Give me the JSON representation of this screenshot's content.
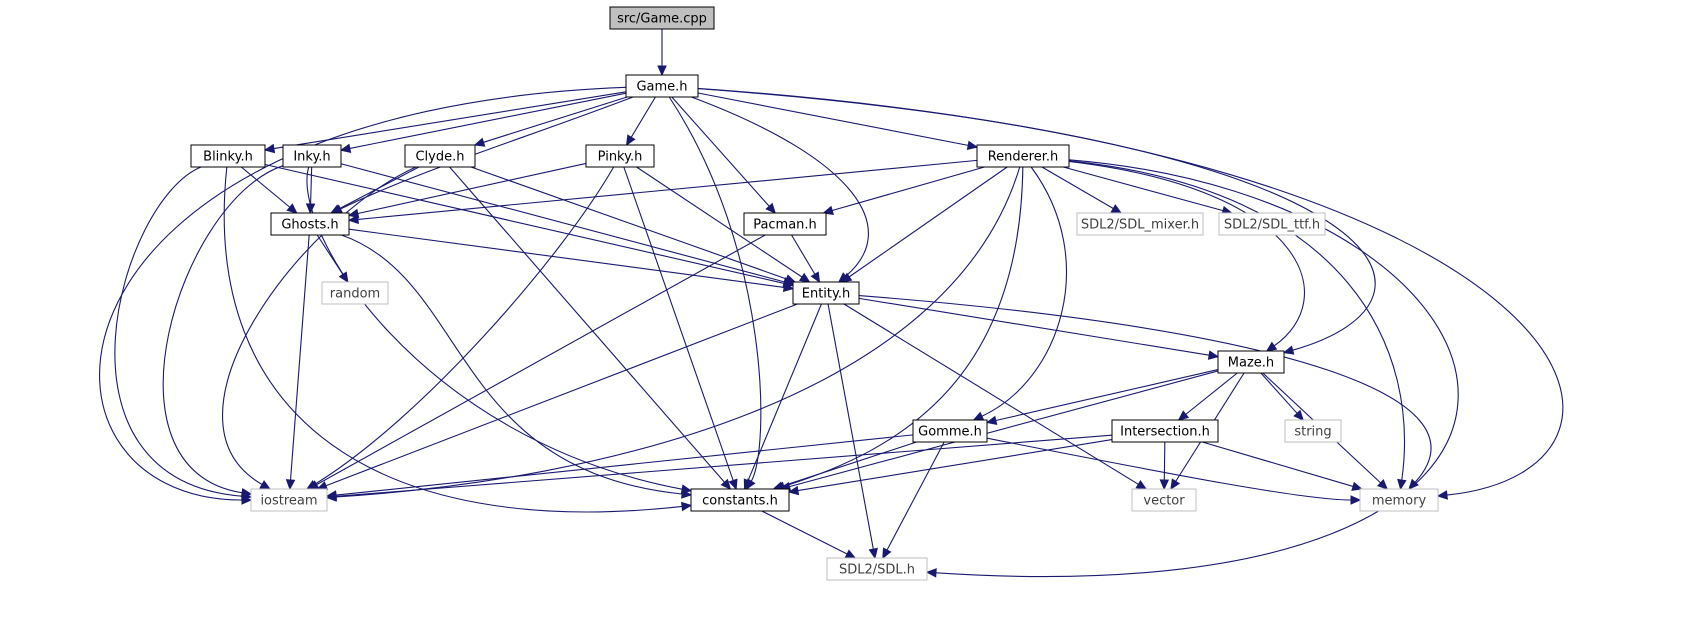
{
  "colors": {
    "edge": "#191970",
    "root_fill": "#bfbfbf",
    "root_border": "#000000",
    "node_fill": "#ffffff",
    "node_border": "#000000",
    "external_border": "#bfbfbf",
    "external_text": "#404040",
    "text": "#000000"
  },
  "nodes": [
    {
      "id": "game_cpp",
      "label": "src/Game.cpp",
      "kind": "root"
    },
    {
      "id": "game_h",
      "label": "Game.h",
      "kind": "header"
    },
    {
      "id": "blinky_h",
      "label": "Blinky.h",
      "kind": "header"
    },
    {
      "id": "inky_h",
      "label": "Inky.h",
      "kind": "header"
    },
    {
      "id": "clyde_h",
      "label": "Clyde.h",
      "kind": "header"
    },
    {
      "id": "pinky_h",
      "label": "Pinky.h",
      "kind": "header"
    },
    {
      "id": "renderer_h",
      "label": "Renderer.h",
      "kind": "header"
    },
    {
      "id": "ghosts_h",
      "label": "Ghosts.h",
      "kind": "header"
    },
    {
      "id": "pacman_h",
      "label": "Pacman.h",
      "kind": "header"
    },
    {
      "id": "sdl_mixer",
      "label": "SDL2/SDL_mixer.h",
      "kind": "external"
    },
    {
      "id": "sdl_ttf",
      "label": "SDL2/SDL_ttf.h",
      "kind": "external"
    },
    {
      "id": "random",
      "label": "random",
      "kind": "external"
    },
    {
      "id": "entity_h",
      "label": "Entity.h",
      "kind": "header"
    },
    {
      "id": "maze_h",
      "label": "Maze.h",
      "kind": "header"
    },
    {
      "id": "gomme_h",
      "label": "Gomme.h",
      "kind": "header"
    },
    {
      "id": "intersection_h",
      "label": "Intersection.h",
      "kind": "header"
    },
    {
      "id": "string",
      "label": "string",
      "kind": "external"
    },
    {
      "id": "iostream",
      "label": "iostream",
      "kind": "external"
    },
    {
      "id": "constants_h",
      "label": "constants.h",
      "kind": "header"
    },
    {
      "id": "vector",
      "label": "vector",
      "kind": "external"
    },
    {
      "id": "memory",
      "label": "memory",
      "kind": "external"
    },
    {
      "id": "sdl_h",
      "label": "SDL2/SDL.h",
      "kind": "external"
    }
  ],
  "edges": [
    {
      "from": "game_cpp",
      "to": "game_h"
    },
    {
      "from": "game_h",
      "to": "blinky_h"
    },
    {
      "from": "game_h",
      "to": "inky_h"
    },
    {
      "from": "game_h",
      "to": "clyde_h"
    },
    {
      "from": "game_h",
      "to": "pinky_h"
    },
    {
      "from": "game_h",
      "to": "renderer_h"
    },
    {
      "from": "game_h",
      "to": "ghosts_h"
    },
    {
      "from": "game_h",
      "to": "pacman_h"
    },
    {
      "from": "game_h",
      "to": "entity_h"
    },
    {
      "from": "game_h",
      "to": "constants_h"
    },
    {
      "from": "game_h",
      "to": "maze_h"
    },
    {
      "from": "game_h",
      "to": "iostream"
    },
    {
      "from": "game_h",
      "to": "memory"
    },
    {
      "from": "blinky_h",
      "to": "ghosts_h"
    },
    {
      "from": "blinky_h",
      "to": "entity_h"
    },
    {
      "from": "blinky_h",
      "to": "iostream"
    },
    {
      "from": "blinky_h",
      "to": "constants_h"
    },
    {
      "from": "inky_h",
      "to": "ghosts_h"
    },
    {
      "from": "inky_h",
      "to": "entity_h"
    },
    {
      "from": "inky_h",
      "to": "iostream"
    },
    {
      "from": "inky_h",
      "to": "constants_h"
    },
    {
      "from": "clyde_h",
      "to": "ghosts_h"
    },
    {
      "from": "clyde_h",
      "to": "entity_h"
    },
    {
      "from": "clyde_h",
      "to": "iostream"
    },
    {
      "from": "clyde_h",
      "to": "constants_h"
    },
    {
      "from": "pinky_h",
      "to": "ghosts_h"
    },
    {
      "from": "pinky_h",
      "to": "entity_h"
    },
    {
      "from": "pinky_h",
      "to": "iostream"
    },
    {
      "from": "pinky_h",
      "to": "constants_h"
    },
    {
      "from": "renderer_h",
      "to": "ghosts_h"
    },
    {
      "from": "renderer_h",
      "to": "pacman_h"
    },
    {
      "from": "renderer_h",
      "to": "sdl_mixer"
    },
    {
      "from": "renderer_h",
      "to": "sdl_ttf"
    },
    {
      "from": "renderer_h",
      "to": "entity_h"
    },
    {
      "from": "renderer_h",
      "to": "maze_h"
    },
    {
      "from": "renderer_h",
      "to": "gomme_h"
    },
    {
      "from": "renderer_h",
      "to": "iostream"
    },
    {
      "from": "renderer_h",
      "to": "constants_h"
    },
    {
      "from": "renderer_h",
      "to": "memory"
    },
    {
      "from": "renderer_h",
      "to": "sdl_h"
    },
    {
      "from": "ghosts_h",
      "to": "random"
    },
    {
      "from": "ghosts_h",
      "to": "entity_h"
    },
    {
      "from": "ghosts_h",
      "to": "iostream"
    },
    {
      "from": "ghosts_h",
      "to": "constants_h"
    },
    {
      "from": "pacman_h",
      "to": "entity_h"
    },
    {
      "from": "pacman_h",
      "to": "iostream"
    },
    {
      "from": "entity_h",
      "to": "maze_h"
    },
    {
      "from": "entity_h",
      "to": "iostream"
    },
    {
      "from": "entity_h",
      "to": "constants_h"
    },
    {
      "from": "entity_h",
      "to": "sdl_h"
    },
    {
      "from": "entity_h",
      "to": "vector"
    },
    {
      "from": "entity_h",
      "to": "memory"
    },
    {
      "from": "maze_h",
      "to": "gomme_h"
    },
    {
      "from": "maze_h",
      "to": "intersection_h"
    },
    {
      "from": "maze_h",
      "to": "string"
    },
    {
      "from": "maze_h",
      "to": "constants_h"
    },
    {
      "from": "maze_h",
      "to": "vector"
    },
    {
      "from": "maze_h",
      "to": "memory"
    },
    {
      "from": "gomme_h",
      "to": "iostream"
    },
    {
      "from": "gomme_h",
      "to": "constants_h"
    },
    {
      "from": "gomme_h",
      "to": "sdl_h"
    },
    {
      "from": "gomme_h",
      "to": "memory"
    },
    {
      "from": "intersection_h",
      "to": "iostream"
    },
    {
      "from": "intersection_h",
      "to": "constants_h"
    },
    {
      "from": "intersection_h",
      "to": "vector"
    },
    {
      "from": "intersection_h",
      "to": "memory"
    },
    {
      "from": "constants_h",
      "to": "sdl_h"
    }
  ]
}
